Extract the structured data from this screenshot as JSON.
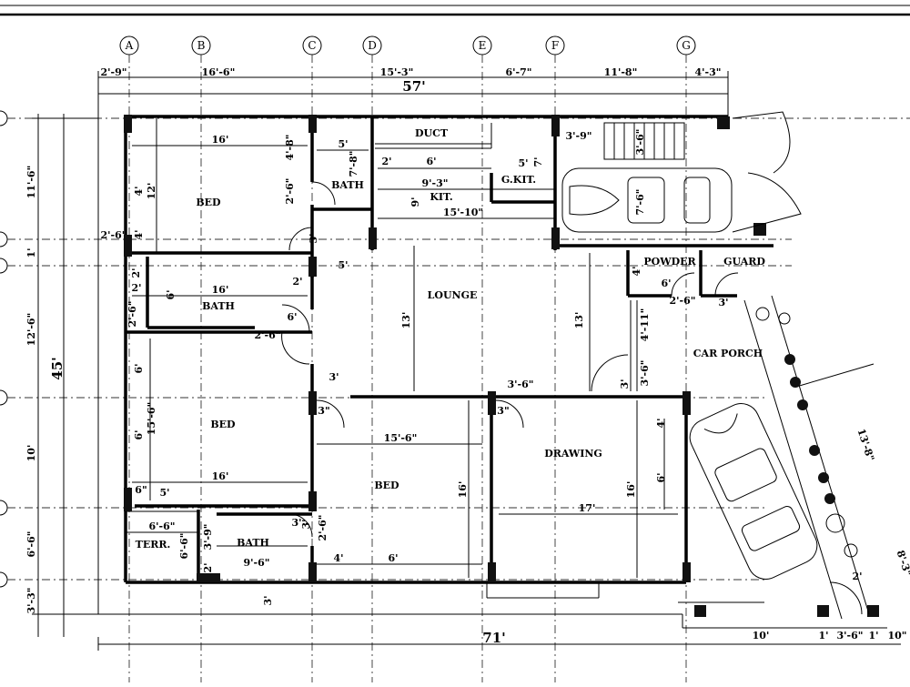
{
  "grid_letters": [
    "A",
    "B",
    "C",
    "D",
    "E",
    "F",
    "G"
  ],
  "top_dims": [
    "2'-9\"",
    "16'-6\"",
    "15'-3\"",
    "6'-7\"",
    "11'-8\"",
    "4'-3\""
  ],
  "overall_width": "57'",
  "overall_width_bottom": "71'",
  "overall_depth": "45'",
  "left_dims": [
    "11'-6\"",
    "1'",
    "12'-6\"",
    "10'",
    "6'-6\"",
    "3'-3\""
  ],
  "bottom_dims": [
    "10'",
    "1'",
    "3'-6\"",
    "1'",
    "10\""
  ],
  "rooms": {
    "bed1": "BED",
    "bed2": "BED",
    "bed3": "BED",
    "bath1": "BATH",
    "bath2": "BATH",
    "bath3": "BATH",
    "duct": "DUCT",
    "kit": "KIT.",
    "gkit": "G.KIT.",
    "lounge": "LOUNGE",
    "drawing": "DRAWING",
    "powder": "POWDER",
    "guard": "GUARD",
    "car_porch": "CAR PORCH",
    "terr": "TERR."
  },
  "room_dims": {
    "bed1_w": "16'",
    "bed1_h": "12'",
    "bed1_a": "4'",
    "bed1_b": "4'",
    "bed1_c": "2'-6\"",
    "bed1_d": "4'-8\"",
    "bath1_w": "5'",
    "bath1_h": "7'-8\"",
    "bath1_door": "2'-6\"",
    "bath1_sm": "3'",
    "duct_a": "2'",
    "duct_b": "6'",
    "kit_w": "9'-3\"",
    "kit_w2": "15'-10\"",
    "kit_h": "9'",
    "gkit_w": "5'",
    "gkit_h": "7'",
    "stair": "3'-9\"",
    "stair_h": "3'-6\"",
    "car_h": "7'-6\"",
    "five": "5'",
    "two": "2'",
    "lounge_h": "13'",
    "lounge_h2": "13'",
    "bath2_w": "16'",
    "bath2_h": "6'",
    "bath2_a": "2'",
    "bath2_b": "2'-6\"",
    "bath2_c": "6'",
    "bath2_door": "2'-6\"",
    "bath2_d": "2'",
    "bed2_w": "16'",
    "bed2_h": "15'-6\"",
    "bed2_a": "6'",
    "bed2_b": "6'",
    "bed2_door": "3'",
    "bed2_door2": "3\"",
    "bed3_w": "15'-6\"",
    "bed3_h": "16'",
    "bed3_door": "3'",
    "bed3_door2": "2'-6\"",
    "drawing_w": "17'",
    "drawing_h": "16'",
    "drawing_door": "3'-6\"",
    "drawing_door2": "3\"",
    "drawing_a": "4'",
    "drawing_b": "6'",
    "powder_w": "6'",
    "powder_h": "4'",
    "powder_door": "2'-6\"",
    "powder_door2": "3'",
    "lounge_door": "4'-11\"",
    "lounge_door2": "3'-6\"",
    "lounge_door3": "3'",
    "terr_w": "6'-6\"",
    "terr_h": "6'-6\"",
    "terr_a": "6\"",
    "terr_b": "5'",
    "bath3_w": "9'-6\"",
    "bath3_h": "3'-9\"",
    "bath3_a": "2'",
    "bath3_door": "3'",
    "bottom_a": "4'",
    "bottom_b": "6'",
    "bottom_c": "3'",
    "porch_len": "13'-8\"",
    "porch_gate": "2'",
    "porch_end": "8'-3\""
  }
}
